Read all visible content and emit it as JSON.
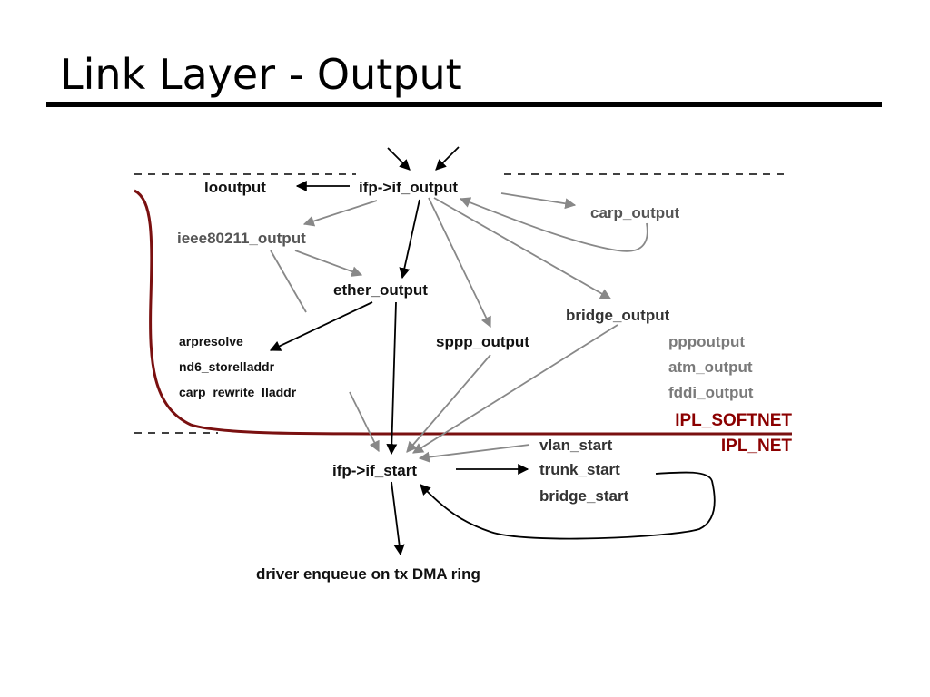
{
  "title": "Link Layer - Output",
  "colors": {
    "black_arrow": "#000000",
    "gray_arrow": "#888888",
    "ipl_boundary": "#7a1010",
    "ipl_label": "#8b0000"
  },
  "nodes": {
    "looutput": "looutput",
    "if_output": "ifp->if_output",
    "carp_output": "carp_output",
    "ieee80211_output": "ieee80211_output",
    "ether_output": "ether_output",
    "bridge_output": "bridge_output",
    "arpresolve": "arpresolve",
    "nd6_storelladdr": "nd6_storelladdr",
    "carp_rewrite_lladdr": "carp_rewrite_lladdr",
    "sppp_output": "sppp_output",
    "pppoutput": "pppoutput",
    "atm_output": "atm_output",
    "fddi_output": "fddi_output",
    "ipl_softnet": "IPL_SOFTNET",
    "ipl_net": "IPL_NET",
    "vlan_start": "vlan_start",
    "if_start": "ifp->if_start",
    "trunk_start": "trunk_start",
    "bridge_start": "bridge_start",
    "driver_enqueue": "driver enqueue on tx DMA ring"
  }
}
